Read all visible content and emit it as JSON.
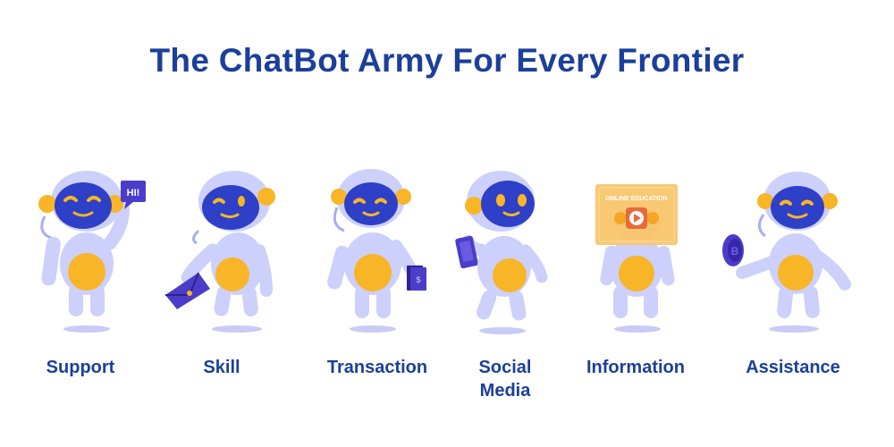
{
  "title": "The ChatBot Army For Every Frontier",
  "colors": {
    "title": "#1b3f9a",
    "body": "#ccd0fb",
    "body_shade": "#a9aef0",
    "visor": "#2e3fc8",
    "accent": "#f7b527",
    "prop": "#4b3cc9"
  },
  "bots": [
    {
      "label": "Support",
      "prop_text": "HI!",
      "prop_icon": "speech-bubble-icon"
    },
    {
      "label": "Skill",
      "prop_icon": "envelope-icon"
    },
    {
      "label": "Transaction",
      "prop_icon": "cash-icon"
    },
    {
      "label": "Social\nMedia",
      "prop_icon": "smartphone-icon"
    },
    {
      "label": "Information",
      "prop_text": "ONLINE EDUCATION",
      "prop_icon": "play-icon"
    },
    {
      "label": "Assistance",
      "prop_icon": "coin-icon"
    }
  ]
}
